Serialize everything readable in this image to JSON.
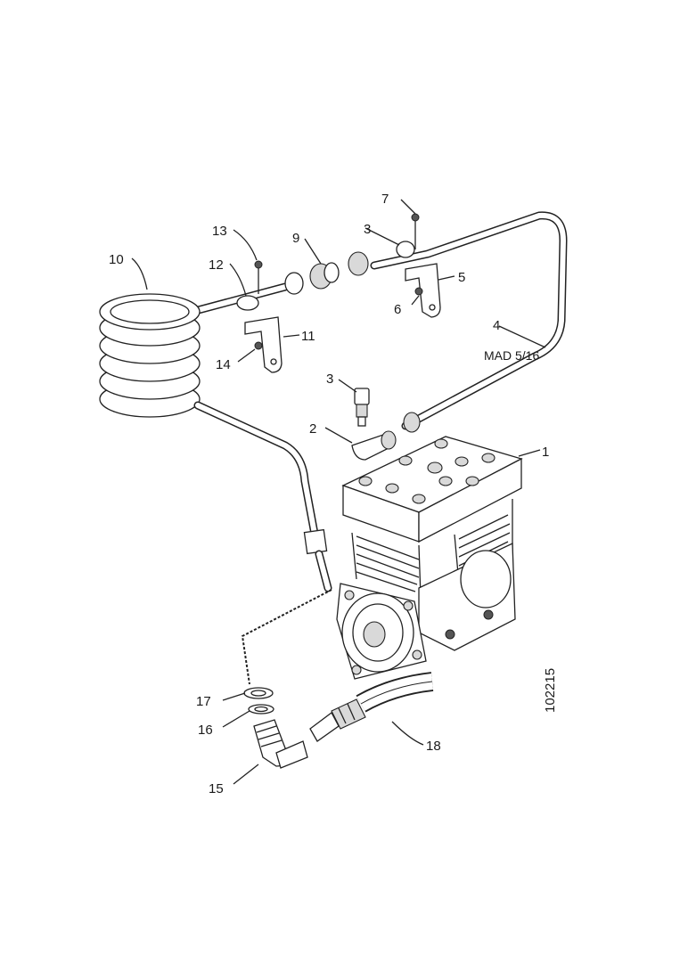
{
  "diagram": {
    "callouts": {
      "c1": "1",
      "c2": "2",
      "c3a": "3",
      "c3b": "3",
      "c4": "4",
      "c5": "5",
      "c6": "6",
      "c7": "7",
      "c9": "9",
      "c10": "10",
      "c11": "11",
      "c12": "12",
      "c13": "13",
      "c14": "14",
      "c15": "15",
      "c16": "16",
      "c17": "17",
      "c18": "18"
    },
    "tube_marking": "MAD 5/16",
    "reference_number": "102215"
  }
}
